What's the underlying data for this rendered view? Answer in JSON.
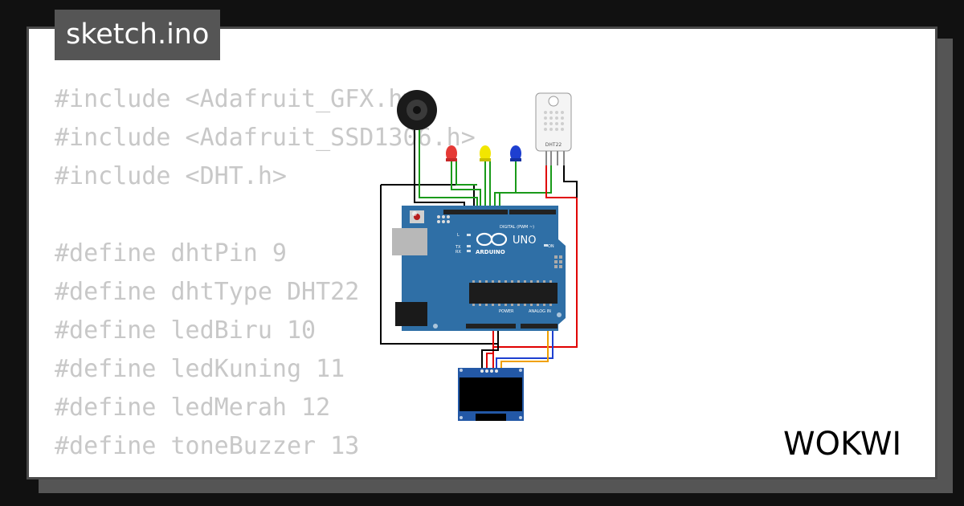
{
  "tab": {
    "filename": "sketch.ino"
  },
  "code_lines": [
    "#include <Adafruit_GFX.h>",
    "#include <Adafruit_SSD1306.h>",
    "#include <DHT.h>",
    "",
    "#define dhtPin 9",
    "#define dhtType DHT22",
    "#define ledBiru 10",
    "#define ledKuning 11",
    "#define ledMerah 12",
    "#define toneBuzzer 13"
  ],
  "board": {
    "uno_label": "UNO",
    "brand": "ARDUINO",
    "digital_label": "DIGITAL (PWM ~)",
    "power_label": "POWER",
    "analog_label": "ANALOG IN",
    "tx_label": "TX",
    "rx_label": "RX",
    "l_label": "L",
    "on_label": "ON"
  },
  "sensor": {
    "label": "DHT22"
  },
  "logo": {
    "text": "WOKWI"
  },
  "colors": {
    "background": "#111111",
    "card": "#ffffff",
    "tab_bg": "#555555",
    "code_text": "#c8c8c8",
    "board": "#2f6fa6",
    "led_red": "#e53935",
    "led_yellow": "#f2e600",
    "led_blue": "#1e3fd0",
    "wire_green": "#1a9a1a",
    "wire_red": "#e00000",
    "wire_black": "#000000"
  }
}
